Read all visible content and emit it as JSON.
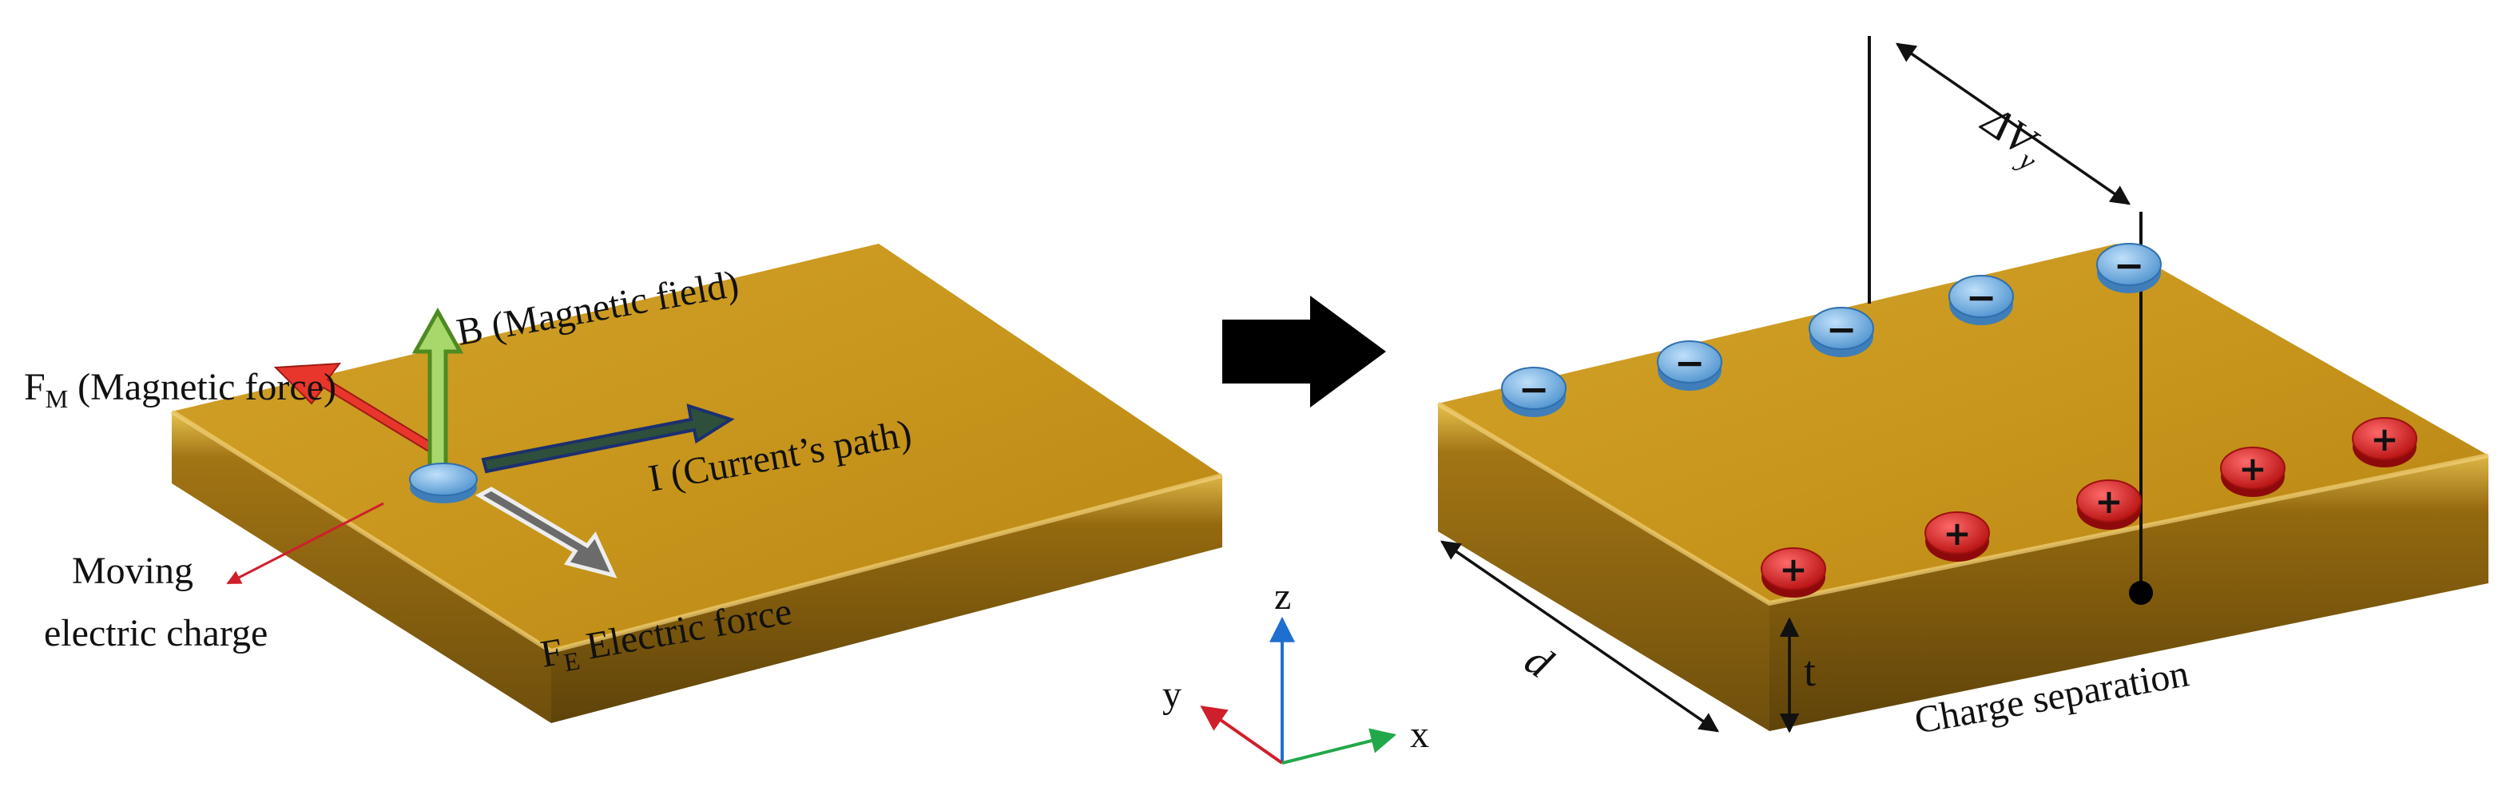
{
  "left_panel": {
    "magnetic_force": {
      "main": "F",
      "sub": "M",
      "text": " (Magnetic  force)"
    },
    "magnetic_field": "B (Magnetic  field)",
    "current_path": "I (Current’s path)",
    "moving_charge": {
      "line1": "Moving",
      "line2": "electric  charge"
    },
    "electric_force": {
      "main": "F",
      "sub": "E",
      "text": " Electric force"
    }
  },
  "axes": {
    "z": "z",
    "y": "y",
    "x": "x"
  },
  "right_panel": {
    "voltage": {
      "main": "ΔV",
      "sub": "y"
    },
    "width_label": "d",
    "thickness_label": "t",
    "separation_label": "Charge separation",
    "negative_symbol": "−",
    "positive_symbol": "+"
  },
  "colors": {
    "plate_top": "#C8961C",
    "plate_side": "#8A6410",
    "negative_charge": "#7DB7E6",
    "positive_charge": "#E21E1E",
    "force_magnetic": "#E8362C",
    "field_arrow": "#7FC241",
    "current_arrow": "#2E4F3B",
    "electric_arrow": "#6B6B6B",
    "axis_z": "#1F6FD0",
    "axis_y": "#D01F2C",
    "axis_x": "#22A84A"
  }
}
